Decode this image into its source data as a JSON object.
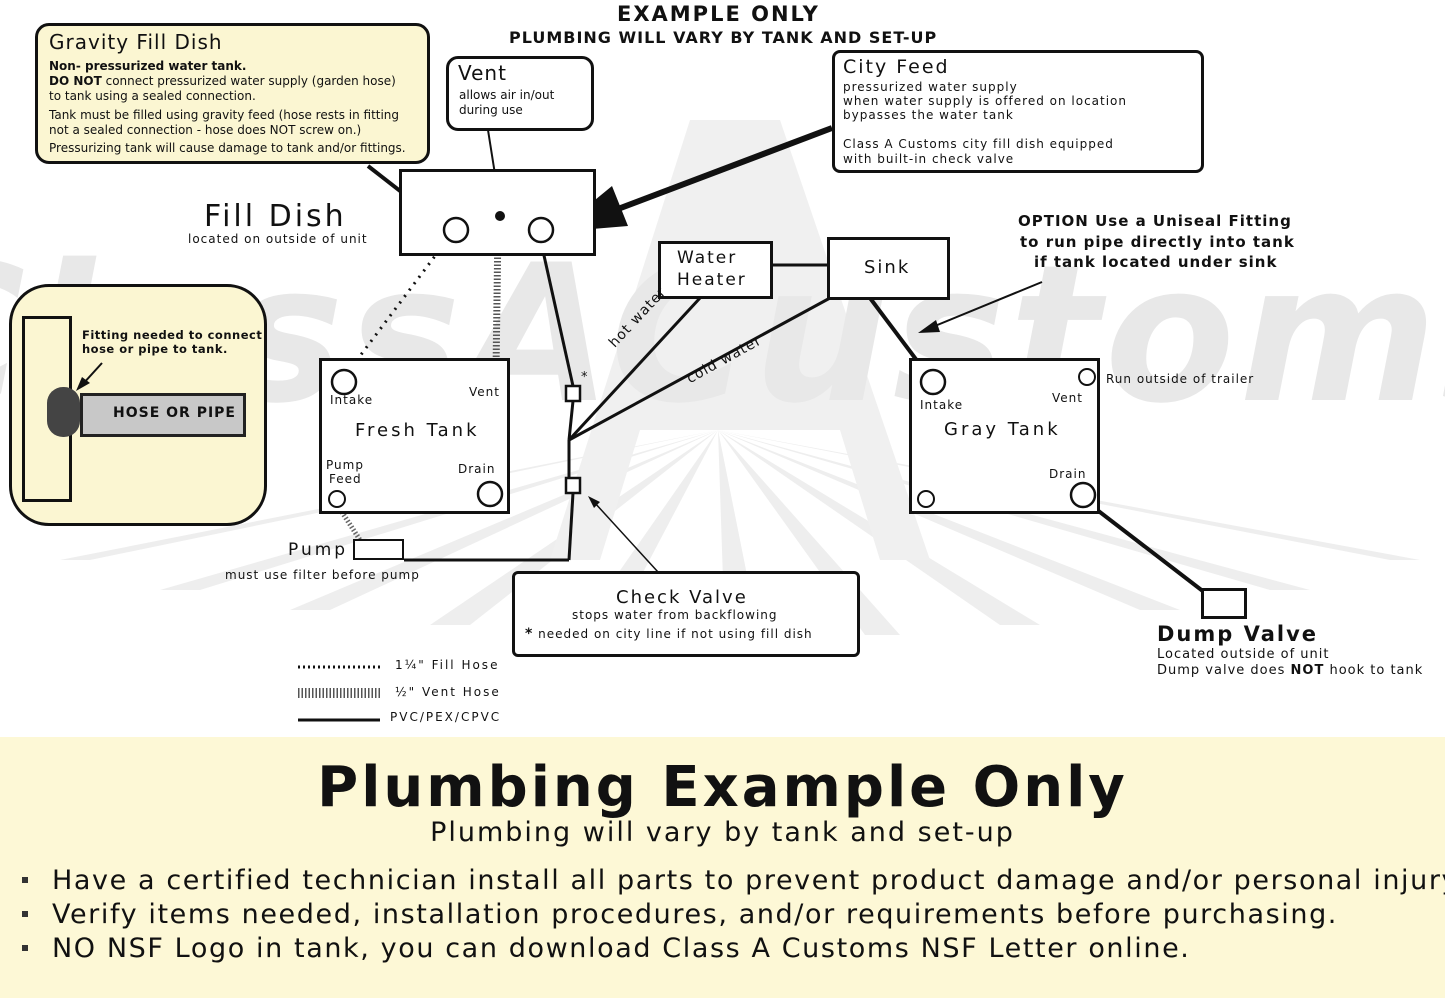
{
  "header": {
    "title": "EXAMPLE ONLY",
    "subtitle": "PLUMBING WILL VARY BY TANK AND SET-UP"
  },
  "watermark": "ClassACustoms",
  "gravity_callout": {
    "title": "Gravity Fill Dish",
    "line1_bold": "Non- pressurized water tank.",
    "line2_bold": "DO NOT",
    "line2_rest": "connect pressurized water supply (garden hose)",
    "line3": "to tank using a sealed connection.",
    "line4": "Tank must be filled using gravity feed (hose rests in fitting",
    "line5": "not a sealed connection - hose does NOT screw on.)",
    "line6": "Pressurizing tank will cause damage to tank and/or fittings."
  },
  "vent_callout": {
    "title": "Vent",
    "line1": "allows air in/out",
    "line2": "during use"
  },
  "city_callout": {
    "title": "City Feed",
    "line1": "pressurized water supply",
    "line2": "when water supply is offered on location",
    "line3": "bypasses the water tank",
    "line4": "Class A Customs city fill dish equipped",
    "line5": "with built-in check valve"
  },
  "fill_dish": {
    "label": "Fill Dish",
    "sublabel": "located on outside of unit"
  },
  "fitting_inset": {
    "note_line1": "Fitting needed to connect",
    "note_line2": "hose or pipe to tank.",
    "hose_label": "HOSE OR PIPE"
  },
  "fresh_tank": {
    "label": "Fresh Tank",
    "intake": "Intake",
    "vent": "Vent",
    "pump_feed_1": "Pump",
    "pump_feed_2": "Feed",
    "drain": "Drain"
  },
  "pump": {
    "label": "Pump",
    "note": "must use filter before pump"
  },
  "water_heater": {
    "line1": "Water",
    "line2": "Heater"
  },
  "sink": {
    "label": "Sink"
  },
  "pipe_labels": {
    "hot": "hot water",
    "cold": "cold water",
    "asterisk": "*"
  },
  "uniseal": {
    "line1": "OPTION Use a Uniseal Fitting",
    "line2": "to run pipe directly into tank",
    "line3": "if tank located under sink"
  },
  "gray_tank": {
    "label": "Gray Tank",
    "intake": "Intake",
    "vent": "Vent",
    "drain": "Drain",
    "run_outside": "Run outside of trailer"
  },
  "check_valve": {
    "title": "Check Valve",
    "line1": "stops water from backflowing",
    "asterisk": "*",
    "line2": "needed on city line if not using fill dish"
  },
  "dump_valve": {
    "title": "Dump Valve",
    "line1": "Located outside of unit",
    "line2_pre": "Dump valve does",
    "line2_bold": "NOT",
    "line2_post": "hook to tank"
  },
  "legend": {
    "fill_hose": "1¼\" Fill Hose",
    "vent_hose": "½\" Vent Hose",
    "pipe": "PVC/PEX/CPVC"
  },
  "footer": {
    "title": "Plumbing Example Only",
    "subtitle": "Plumbing will vary by tank and set-up",
    "bullets": [
      "Have a certified technician install all parts to prevent product damage and/or personal injury.",
      "Verify items needed, installation procedures, and/or requirements before purchasing.",
      "NO NSF Logo in tank, you can download Class A Customs NSF Letter online."
    ]
  },
  "colors": {
    "callout_fill": "#fbf6d2",
    "footer_fill": "#fdf8d6",
    "watermark": "#e6e6e6",
    "ink": "#111111"
  }
}
